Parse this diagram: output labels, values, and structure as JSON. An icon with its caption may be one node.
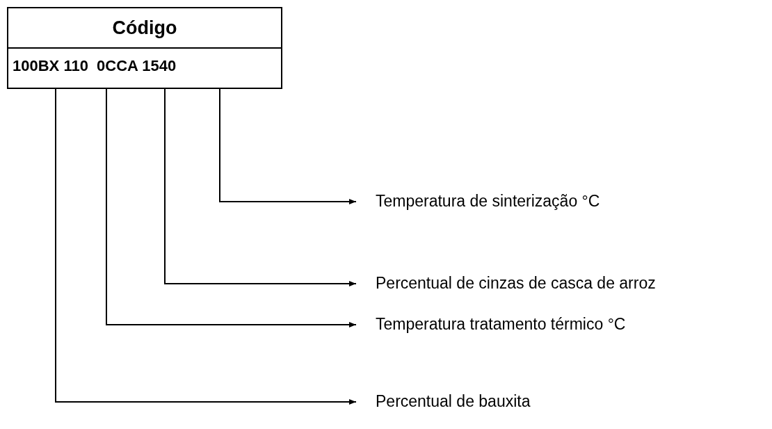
{
  "diagram": {
    "nodes": [
      {
        "text": [
          "Código",
          "100BX 110  0CCA 1540"
        ]
      },
      {
        "text": [
          "Temperatura de sinterização °C"
        ]
      },
      {
        "text": [
          "Percentual de cinzas de casca de arroz"
        ]
      },
      {
        "text": [
          "Temperatura tratamento térmico °C"
        ]
      },
      {
        "text": [
          "Percentual de bauxita"
        ]
      }
    ],
    "edges": [
      {
        "from": 0,
        "to": 1,
        "arrow": "to"
      },
      {
        "from": 0,
        "to": 2,
        "arrow": "to"
      },
      {
        "from": 0,
        "to": 3,
        "arrow": "to"
      },
      {
        "from": 0,
        "to": 4,
        "arrow": "to"
      }
    ]
  }
}
